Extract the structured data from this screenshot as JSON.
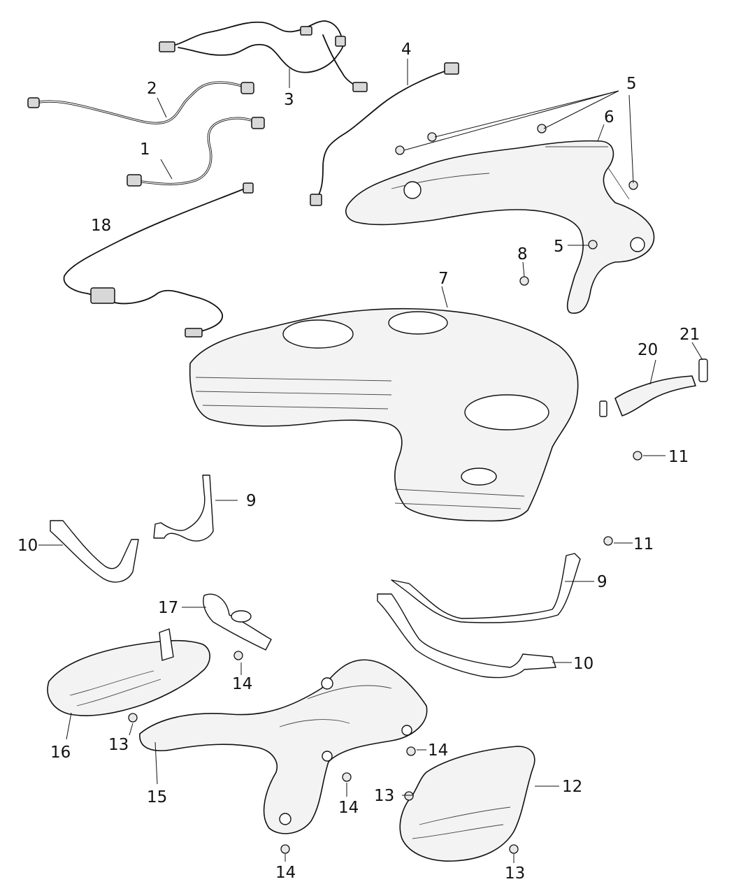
{
  "diagram": {
    "callouts": [
      {
        "id": "c1",
        "label": "1"
      },
      {
        "id": "c2",
        "label": "2"
      },
      {
        "id": "c3",
        "label": "3"
      },
      {
        "id": "c4",
        "label": "4"
      },
      {
        "id": "c5a",
        "label": "5"
      },
      {
        "id": "c5b",
        "label": "5"
      },
      {
        "id": "c6",
        "label": "6"
      },
      {
        "id": "c7",
        "label": "7"
      },
      {
        "id": "c8",
        "label": "8"
      },
      {
        "id": "c9a",
        "label": "9"
      },
      {
        "id": "c9b",
        "label": "9"
      },
      {
        "id": "c10a",
        "label": "10"
      },
      {
        "id": "c10b",
        "label": "10"
      },
      {
        "id": "c11a",
        "label": "11"
      },
      {
        "id": "c11b",
        "label": "11"
      },
      {
        "id": "c12",
        "label": "12"
      },
      {
        "id": "c13a",
        "label": "13"
      },
      {
        "id": "c13b",
        "label": "13"
      },
      {
        "id": "c13c",
        "label": "13"
      },
      {
        "id": "c14a",
        "label": "14"
      },
      {
        "id": "c14b",
        "label": "14"
      },
      {
        "id": "c14c",
        "label": "14"
      },
      {
        "id": "c14d",
        "label": "14"
      },
      {
        "id": "c15",
        "label": "15"
      },
      {
        "id": "c16",
        "label": "16"
      },
      {
        "id": "c17",
        "label": "17"
      },
      {
        "id": "c18",
        "label": "18"
      },
      {
        "id": "c20",
        "label": "20"
      },
      {
        "id": "c21",
        "label": "21"
      }
    ]
  }
}
